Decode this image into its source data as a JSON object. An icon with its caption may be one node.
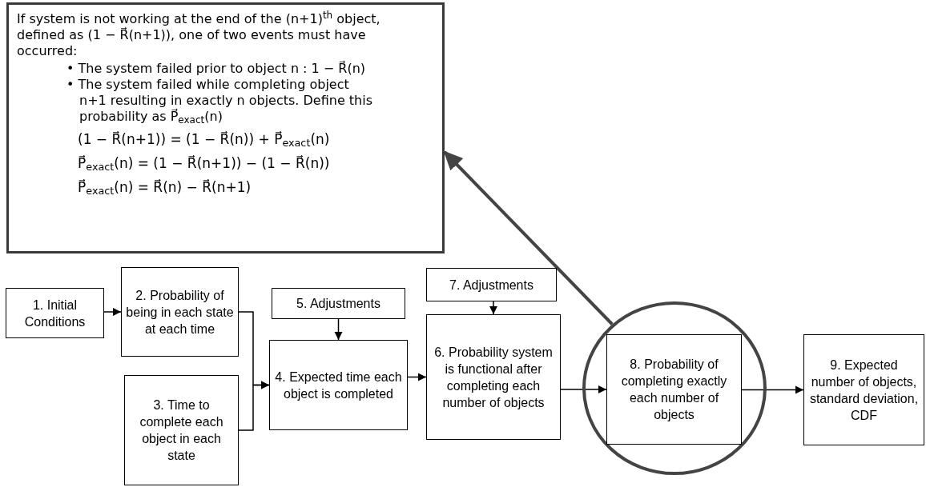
{
  "diagram": {
    "nodes": [
      {
        "text": [
          "If system is not working at the end of the (n+1)$^{th}$ object, defined as (1 − R⃗(n+1)), one of two events must have occurred:",
          "• The system failed prior to object n : 1 − R⃗(n)",
          "• The system failed while completing object n+1 resulting in exactly n objects.  Define this probability as P⃗$_{exact}$(n)",
          "(1 − R⃗(n+1)) = (1 − R⃗(n)) + P⃗$_{exact}$(n)",
          "P⃗$_{exact}$(n) = (1 − R⃗(n+1)) − (1 − R⃗(n))",
          "P⃗$_{exact}$(n) = R⃗(n) − R⃗(n+1)"
        ]
      },
      {
        "text": [
          "1. Initial Conditions"
        ]
      },
      {
        "text": [
          "2. Probability of being in each state at each time"
        ]
      },
      {
        "text": [
          "3. Time to complete each object in each state"
        ]
      },
      {
        "text": [
          "4. Expected time each object is completed"
        ]
      },
      {
        "text": [
          "5. Adjustments"
        ]
      },
      {
        "text": [
          "6. Probability system is functional after completing each number of objects"
        ]
      },
      {
        "text": [
          "7. Adjustments"
        ]
      },
      {
        "text": [],
        "shape": "circle"
      },
      {
        "text": [
          "8. Probability of completing exactly each number of objects"
        ],
        "in": 8
      },
      {
        "text": [
          "9. Expected number of objects, standard deviation, CDF"
        ]
      }
    ],
    "edges": [
      {
        "from": 1,
        "to": 2,
        "arrow": "to"
      },
      {
        "from": 2,
        "to": 4,
        "arrow": "to"
      },
      {
        "from": 3,
        "to": 4,
        "arrow": "to"
      },
      {
        "from": 5,
        "to": 4,
        "arrow": "to"
      },
      {
        "from": 4,
        "to": 6,
        "arrow": "to"
      },
      {
        "from": 7,
        "to": 6,
        "arrow": "to"
      },
      {
        "from": 6,
        "to": 9,
        "arrow": "to"
      },
      {
        "from": 9,
        "to": 10,
        "arrow": "to"
      },
      {
        "from": 8,
        "to": 0,
        "arrow": "to",
        "style": "thick",
        "color": "#444444"
      }
    ]
  }
}
